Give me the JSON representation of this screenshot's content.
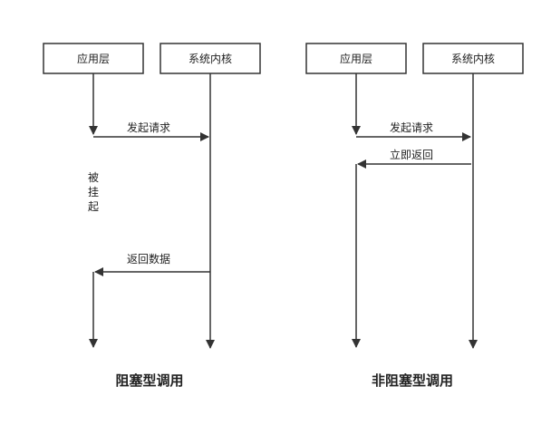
{
  "colors": {
    "stroke": "#333333",
    "text": "#222222",
    "box_fill": "#ffffff"
  },
  "blocking": {
    "app_box": "应用层",
    "kernel_box": "系统内核",
    "request_label": "发起请求",
    "suspend_label": [
      "被",
      "挂",
      "起"
    ],
    "return_label": "返回数据",
    "caption": "阻塞型调用"
  },
  "nonblocking": {
    "app_box": "应用层",
    "kernel_box": "系统内核",
    "request_label": "发起请求",
    "return_label": "立即返回",
    "caption": "非阻塞型调用"
  }
}
